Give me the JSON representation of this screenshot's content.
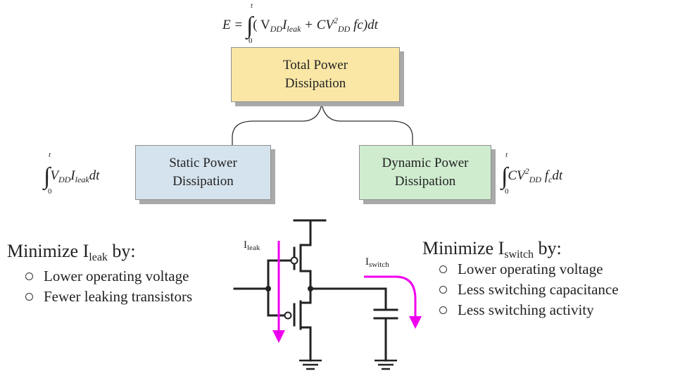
{
  "top_equation": {
    "lhs": "E =",
    "upper": "t",
    "lower": "0",
    "body_open": "( V",
    "dd": "DD",
    "i": "I",
    "leak": "leak",
    "plus": " + CV",
    "sq": "2",
    "dd2": "DD",
    "fc": " fc",
    "close": ")dt"
  },
  "total_box": {
    "line1": "Total Power",
    "line2": "Dissipation"
  },
  "static_box": {
    "line1": "Static Power",
    "line2": "Dissipation"
  },
  "dynamic_box": {
    "line1": "Dynamic Power",
    "line2": "Dissipation"
  },
  "static_equation": {
    "upper": "t",
    "lower": "0",
    "v": "V",
    "dd": "DD",
    "i": "I",
    "leak": "leak",
    "dt": "dt"
  },
  "dynamic_equation": {
    "upper": "t",
    "lower": "0",
    "cv": "CV",
    "sq": "2",
    "dd": "DD",
    "f": " f",
    "c": "c",
    "dt": "dt"
  },
  "leak_section": {
    "heading": "Minimize I",
    "heading_sub": "leak",
    "heading_tail": " by:",
    "items": [
      "Lower operating voltage",
      "Fewer leaking transistors"
    ]
  },
  "switch_section": {
    "heading": "Minimize I",
    "heading_sub": "switch",
    "heading_tail": " by:",
    "items": [
      "Lower operating voltage",
      "Less switching capacitance",
      "Less switching activity"
    ]
  },
  "circuit": {
    "ileak_label": "I",
    "ileak_sub": "leak",
    "iswitch_label": "I",
    "iswitch_sub": "switch",
    "arrow_color": "#ee00ee"
  }
}
